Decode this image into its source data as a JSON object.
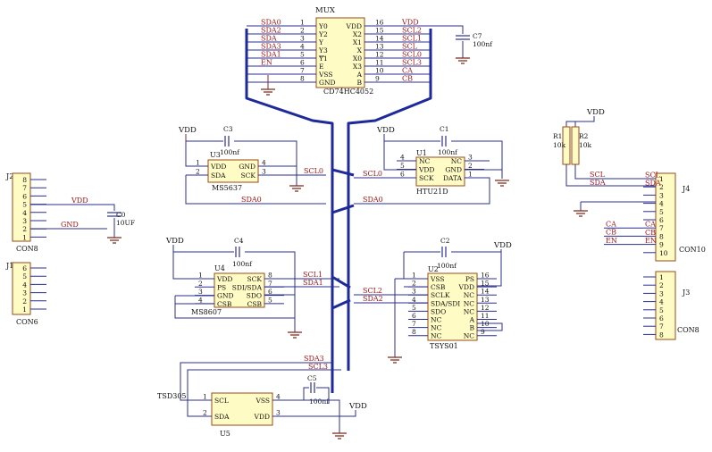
{
  "mux": {
    "title": "MUX",
    "part": "CD74HC4052",
    "left_nets": [
      "SDA0",
      "SDA2",
      "SDA",
      "SDA3",
      "SDA1",
      "EN",
      "",
      ""
    ],
    "left_nums": [
      "1",
      "2",
      "3",
      "4",
      "5",
      "6",
      "7",
      "8"
    ],
    "left_pins": [
      "Y0",
      "Y2",
      "Y",
      "Y3",
      "Y1",
      "E",
      "VSS",
      "GND"
    ],
    "right_pins": [
      "VDD",
      "X2",
      "X1",
      "X",
      "X0",
      "X3",
      "A",
      "B"
    ],
    "right_nums": [
      "16",
      "15",
      "14",
      "13",
      "12",
      "11",
      "10",
      "9"
    ],
    "right_nets": [
      "VDD",
      "SCL2",
      "SCL1",
      "SCL",
      "SCL0",
      "SCL3",
      "CA",
      "CB"
    ]
  },
  "c7": {
    "ref": "C7",
    "value": "100nf"
  },
  "u3": {
    "ref": "U3",
    "part": "MS5637",
    "left_nums": [
      "1",
      "2"
    ],
    "left_pins": [
      "VDD",
      "SDA"
    ],
    "right_pins": [
      "GND",
      "SCK"
    ],
    "right_nums": [
      "4",
      "3"
    ]
  },
  "c3": {
    "ref": "C3",
    "value": "100nf"
  },
  "u1": {
    "ref": "U1",
    "part": "HTU21D",
    "left_nums": [
      "4",
      "5",
      "6"
    ],
    "left_pins": [
      "NC",
      "VDD",
      "SCK"
    ],
    "right_pins": [
      "NC",
      "GND",
      "DATA"
    ],
    "right_nums": [
      "3",
      "2",
      "1"
    ]
  },
  "c1": {
    "ref": "C1",
    "value": "100nf"
  },
  "u4": {
    "ref": "U4",
    "part": "MS8607",
    "left_nums": [
      "1",
      "2",
      "3",
      "4"
    ],
    "left_pins": [
      "VDD",
      "PS",
      "GND",
      "CSB"
    ],
    "right_pins": [
      "SCK",
      "SDI/SDA",
      "SDO",
      "CSB"
    ],
    "right_nums": [
      "8",
      "7",
      "6",
      "5"
    ]
  },
  "c4": {
    "ref": "C4",
    "value": "100nf"
  },
  "u2": {
    "ref": "U2",
    "part": "TSYS01",
    "left_nums": [
      "1",
      "2",
      "3",
      "4",
      "5",
      "6",
      "7",
      "8"
    ],
    "left_pins": [
      "VSS",
      "CSB",
      "SCLK",
      "SDA/SDI",
      "SDO",
      "NC",
      "NC",
      "NC"
    ],
    "right_pins": [
      "PS",
      "VDD",
      "NC",
      "NC",
      "NC",
      "A",
      "B",
      "NC"
    ],
    "right_nums": [
      "16",
      "15",
      "14",
      "13",
      "12",
      "11",
      "10",
      "9"
    ]
  },
  "c2": {
    "ref": "C2",
    "value": "100nf"
  },
  "u5": {
    "ref": "U5",
    "part": "TSD305",
    "left_nums": [
      "1",
      "2"
    ],
    "left_pins": [
      "SCL",
      "SDA"
    ],
    "right_pins": [
      "VSS",
      "VDD"
    ],
    "right_nums": [
      "4",
      "3"
    ]
  },
  "c5": {
    "ref": "C5",
    "value": "100nf"
  },
  "j2": {
    "ref": "J2",
    "name": "CON8",
    "nums": [
      "8",
      "7",
      "6",
      "5",
      "4",
      "3",
      "2",
      "1"
    ],
    "net_vdd": "VDD",
    "net_gnd": "GND"
  },
  "c0": {
    "ref": "C0",
    "value": "10UF"
  },
  "j1": {
    "ref": "J1",
    "name": "CON6",
    "nums": [
      "6",
      "5",
      "4",
      "3",
      "2",
      "1"
    ]
  },
  "j4": {
    "ref": "J4",
    "name": "CON10",
    "nums": [
      "1",
      "2",
      "3",
      "4",
      "5",
      "6",
      "7",
      "8",
      "9",
      "10"
    ],
    "nets": [
      "SCL",
      "SDA",
      "",
      "",
      "",
      "",
      "CA",
      "CB",
      "EN",
      ""
    ]
  },
  "j3": {
    "ref": "J3",
    "name": "CON8",
    "nums": [
      "1",
      "2",
      "3",
      "4",
      "5",
      "6",
      "7",
      "8"
    ]
  },
  "r1": {
    "ref": "R1",
    "value": "10k"
  },
  "r2": {
    "ref": "R2",
    "value": "10k"
  },
  "power": {
    "vdd": "VDD"
  },
  "bus_labels": {
    "scl0_a": "SCL0",
    "scl0_b": "SCL0",
    "sda0_a": "SDA0",
    "sda0_b": "SDA0",
    "scl1": "SCL1",
    "sda1": "SDA1",
    "scl2": "SCL2",
    "sda2": "SDA2",
    "sda3": "SDA3",
    "scl3": "SCL3"
  }
}
